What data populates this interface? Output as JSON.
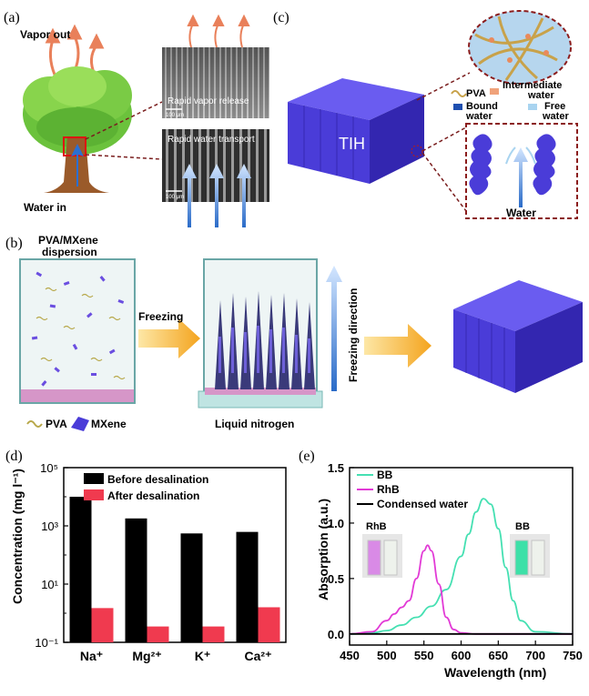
{
  "panels": {
    "a": {
      "label": "(a)",
      "vapor_out": "Vapor out",
      "water_in": "Water in",
      "sem_top_caption": "Rapid vapor release",
      "sem_top_scale": "100 μm",
      "sem_bottom_caption": "Rapid water transport",
      "sem_bottom_scale": "100 μm"
    },
    "b": {
      "label": "(b)",
      "dispersion_line1": "PVA/MXene",
      "dispersion_line2": "dispersion",
      "freezing": "Freezing",
      "freezing_direction": "Freezing direction",
      "liquid_nitrogen": "Liquid nitrogen",
      "legend_pva": "PVA",
      "legend_mxene": "MXene"
    },
    "c": {
      "label": "(c)",
      "tih": "TIH",
      "legend_pva": "PVA",
      "intermediate_line1": "Intermediate",
      "intermediate_line2": "water",
      "bound_line1": "Bound",
      "bound_line2": "water",
      "free_line1": "Free",
      "free_line2": "water",
      "water": "Water"
    },
    "d": {
      "label": "(d)"
    },
    "e": {
      "label": "(e)",
      "vial_rhb": "RhB",
      "vial_bb": "BB"
    }
  },
  "colors": {
    "black_bar": "#000000",
    "red_bar": "#f03a4f",
    "bb": "#45e0b2",
    "rhb": "#e23ad6",
    "condensed": "#000000",
    "hydrogel": "#4a3cd8",
    "arrow_orange": "#f4a41e"
  },
  "chart_data": [
    {
      "type": "bar",
      "ylabel": "Concentration (mg l⁻¹)",
      "yscale": "log",
      "ylim": [
        0.1,
        100000
      ],
      "yticks": [
        "10⁻¹",
        "10¹",
        "10³",
        "10⁵"
      ],
      "categories": [
        "Na⁺",
        "Mg²⁺",
        "K⁺",
        "Ca²⁺"
      ],
      "series": [
        {
          "name": "Before desalination",
          "values": [
            10000,
            1800,
            550,
            620
          ]
        },
        {
          "name": "After desalination",
          "values": [
            1.5,
            0.35,
            0.35,
            1.6
          ]
        }
      ],
      "legend": "top-left"
    },
    {
      "type": "line",
      "xlabel": "Wavelength (nm)",
      "ylabel": "Absorption (a.u.)",
      "xlim": [
        450,
        750
      ],
      "ylim": [
        -0.1,
        1.5
      ],
      "xticks": [
        "450",
        "500",
        "550",
        "600",
        "650",
        "700",
        "750"
      ],
      "yticks": [
        "0.0",
        "0.5",
        "1.0",
        "1.5"
      ],
      "legend": "top-left",
      "series": [
        {
          "name": "BB",
          "x": [
            450,
            480,
            500,
            520,
            540,
            560,
            580,
            600,
            610,
            620,
            630,
            640,
            650,
            660,
            670,
            680,
            700,
            750
          ],
          "y": [
            0.0,
            0.01,
            0.03,
            0.08,
            0.15,
            0.25,
            0.4,
            0.7,
            0.9,
            1.1,
            1.22,
            1.17,
            0.95,
            0.6,
            0.3,
            0.12,
            0.02,
            0.0
          ]
        },
        {
          "name": "RhB",
          "x": [
            450,
            480,
            500,
            510,
            520,
            530,
            540,
            550,
            555,
            560,
            570,
            580,
            590,
            600,
            620,
            750
          ],
          "y": [
            0.0,
            0.02,
            0.12,
            0.18,
            0.24,
            0.3,
            0.5,
            0.75,
            0.8,
            0.75,
            0.45,
            0.15,
            0.04,
            0.01,
            0.0,
            0.0
          ]
        },
        {
          "name": "Condensed water",
          "x": [
            450,
            750
          ],
          "y": [
            0.0,
            0.0
          ]
        }
      ]
    }
  ]
}
